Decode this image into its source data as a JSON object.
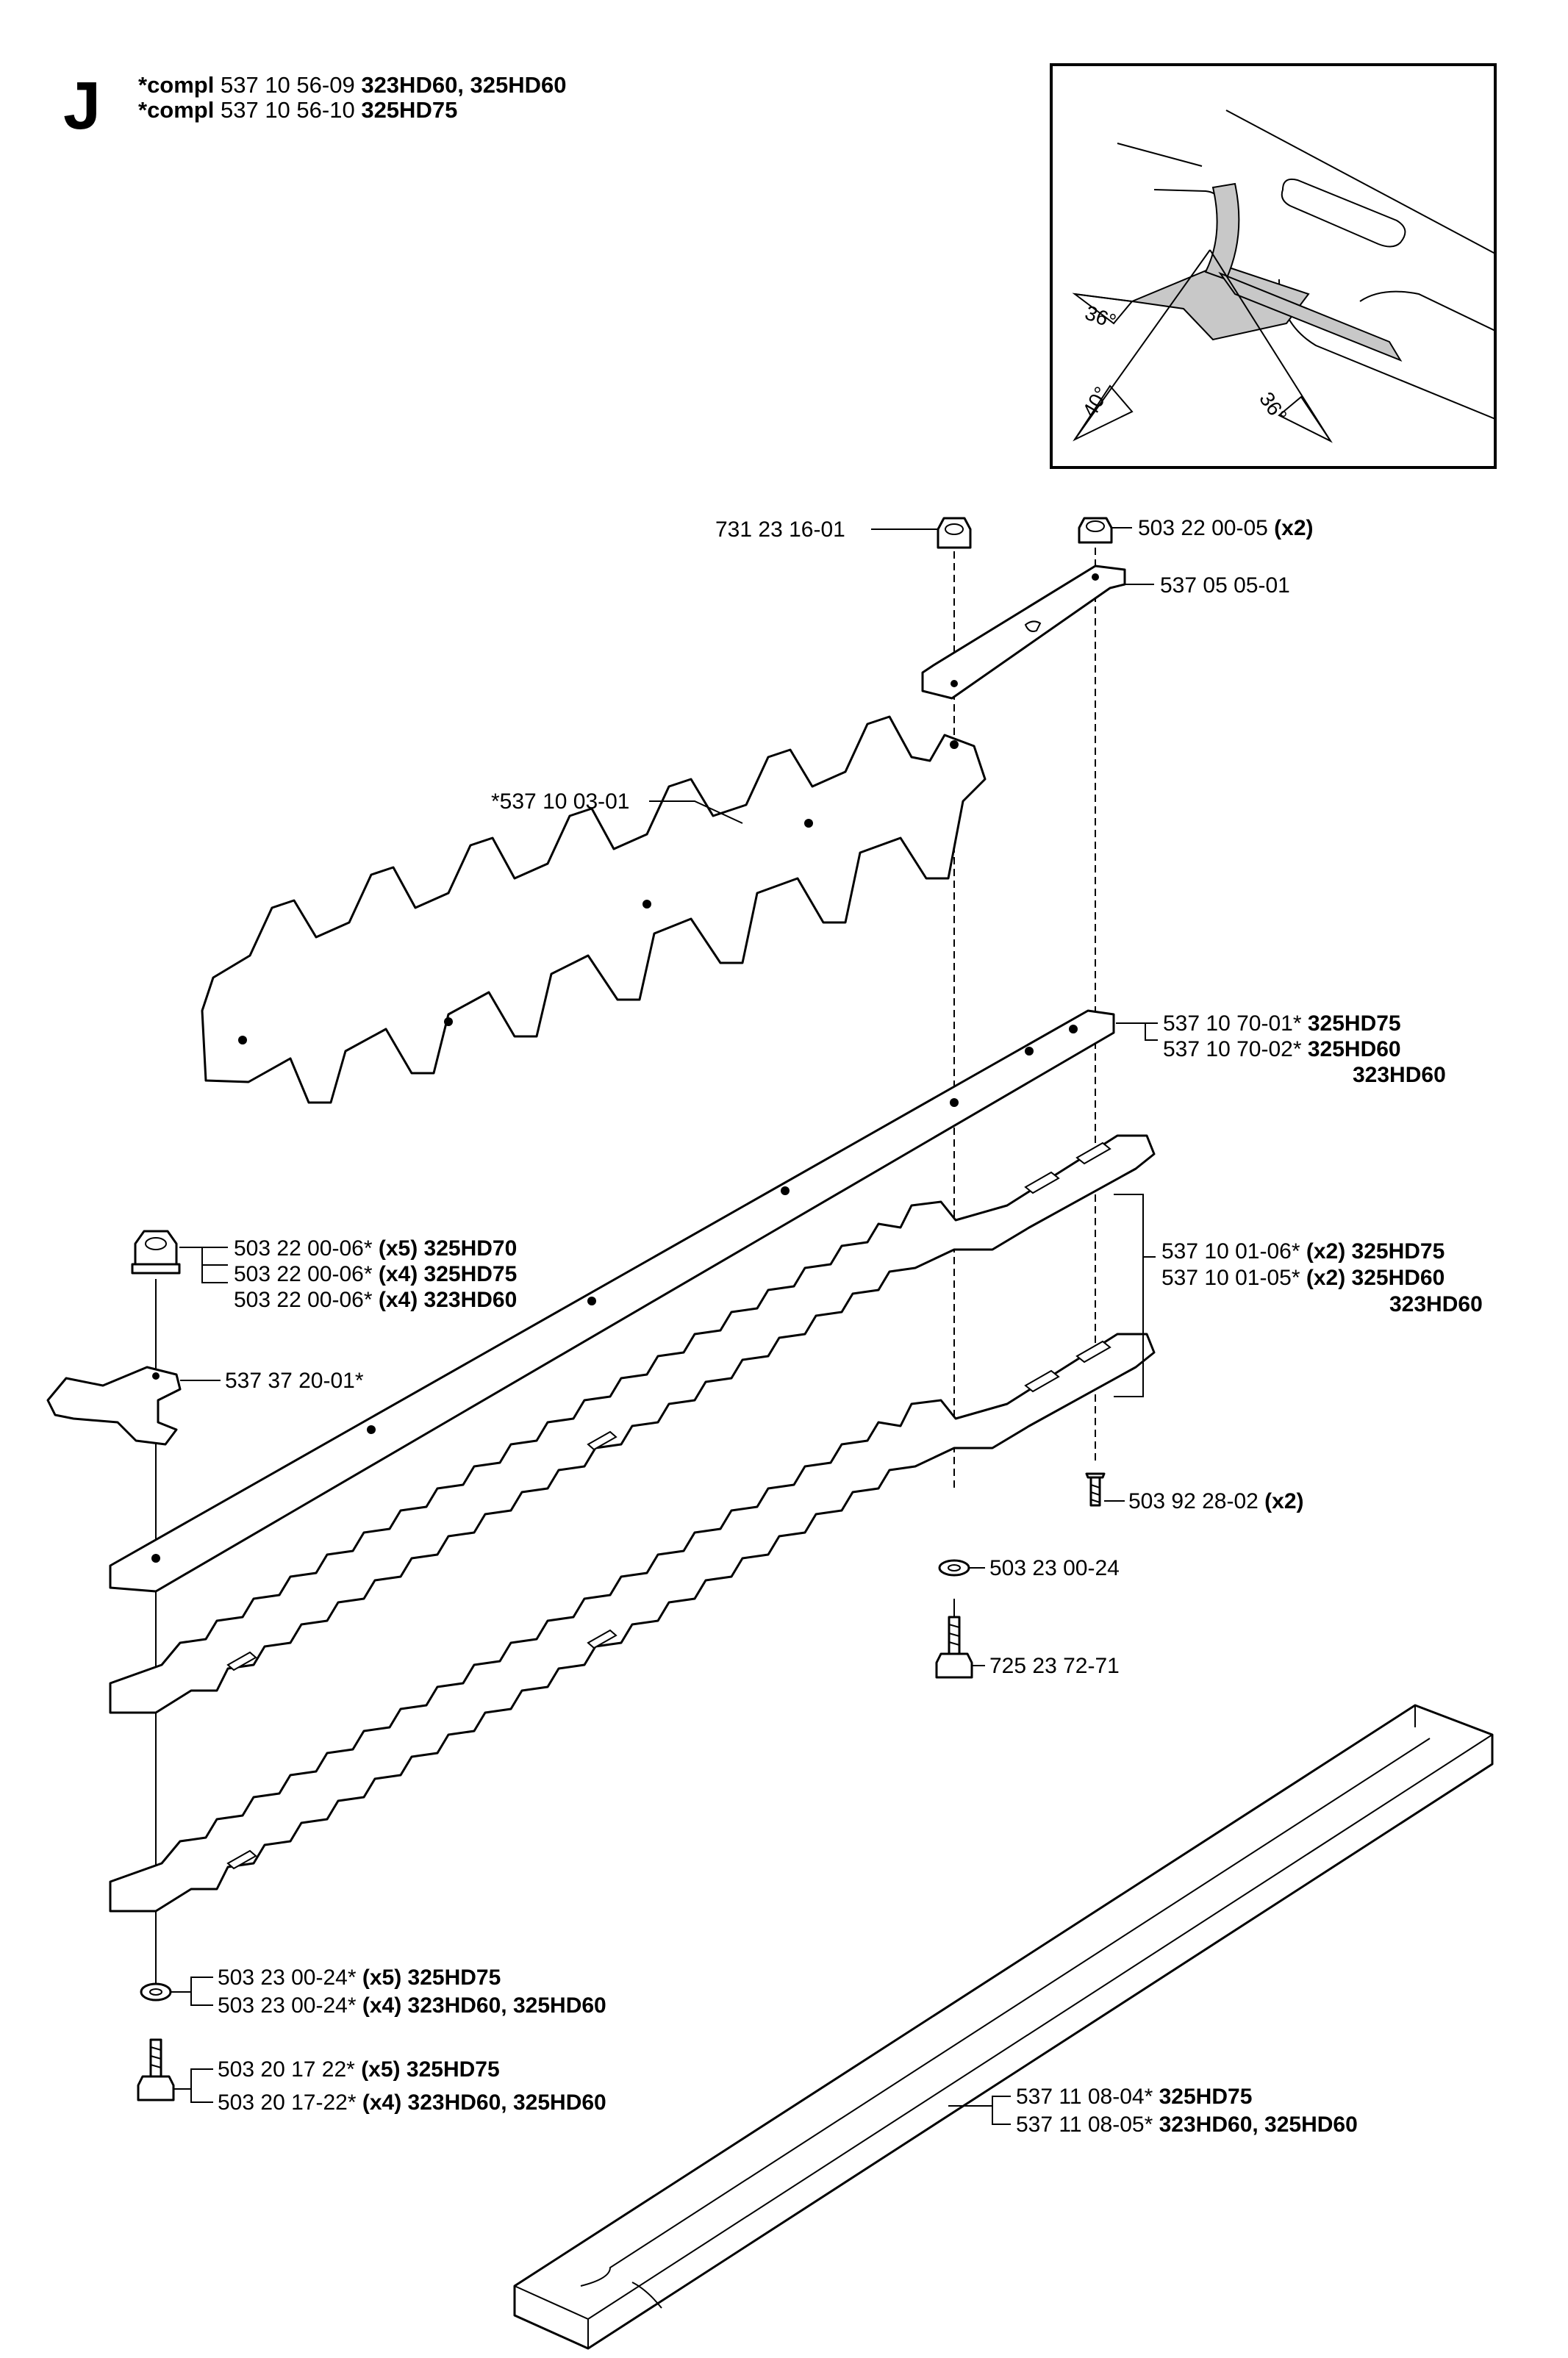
{
  "section_letter": "J",
  "header": [
    {
      "prefix": "*compl",
      "number": "537 10 56-09",
      "models": "323HD60, 325HD60"
    },
    {
      "prefix": "*compl",
      "number": "537 10 56-10",
      "models": "325HD75"
    }
  ],
  "inset": {
    "angles": [
      "36°",
      "40°",
      "36°"
    ]
  },
  "callouts": {
    "nut_top_left": {
      "number": "731 23 16-01",
      "qty": "",
      "models": ""
    },
    "nut_top_right": {
      "number": "503 22 00-05",
      "qty": "(x2)",
      "models": ""
    },
    "spacer_plate": {
      "number": "537 05 05-01",
      "qty": "",
      "models": ""
    },
    "upper_blade": {
      "number": "*537 10 03-01",
      "qty": "",
      "models": ""
    },
    "long_bar": [
      {
        "number": "537 10 70-01*",
        "qty": "",
        "models": "325HD75"
      },
      {
        "number": "537 10 70-02*",
        "qty": "",
        "models": "325HD60"
      },
      {
        "number": "",
        "qty": "",
        "models": "323HD60"
      }
    ],
    "flange_nuts": [
      {
        "number": "503 22 00-06*",
        "qty": "(x5)",
        "models": "325HD70"
      },
      {
        "number": "503 22 00-06*",
        "qty": "(x4)",
        "models": "325HD75"
      },
      {
        "number": "503 22 00-06*",
        "qty": "(x4)",
        "models": "323HD60"
      }
    ],
    "lower_blades": [
      {
        "number": "537 10 01-06*",
        "qty": "(x2)",
        "models": "325HD75"
      },
      {
        "number": "537 10 01-05*",
        "qty": "(x2)",
        "models": "325HD60"
      },
      {
        "number": "",
        "qty": "",
        "models": "323HD60"
      }
    ],
    "guide": {
      "number": "537 37 20-01*",
      "qty": "",
      "models": ""
    },
    "screw_right": {
      "number": "503 92 28-02",
      "qty": "(x2)",
      "models": ""
    },
    "washer_mid": {
      "number": "503 23 00-24",
      "qty": "",
      "models": ""
    },
    "bolt_mid": {
      "number": "725 23 72-71",
      "qty": "",
      "models": ""
    },
    "washers_left": [
      {
        "number": "503 23 00-24*",
        "qty": "(x5)",
        "models": "325HD75"
      },
      {
        "number": "503 23 00-24*",
        "qty": "(x4)",
        "models": "323HD60, 325HD60"
      }
    ],
    "bolts_left": [
      {
        "number": "503 20 17 22*",
        "qty": "(x5)",
        "models": "325HD75"
      },
      {
        "number": "503 20 17-22*",
        "qty": "(x4)",
        "models": "323HD60, 325HD60"
      }
    ],
    "guard": [
      {
        "number": "537 11 08-04*",
        "qty": "",
        "models": "325HD75"
      },
      {
        "number": "537 11 08-05*",
        "qty": "",
        "models": "323HD60, 325HD60"
      }
    ]
  }
}
